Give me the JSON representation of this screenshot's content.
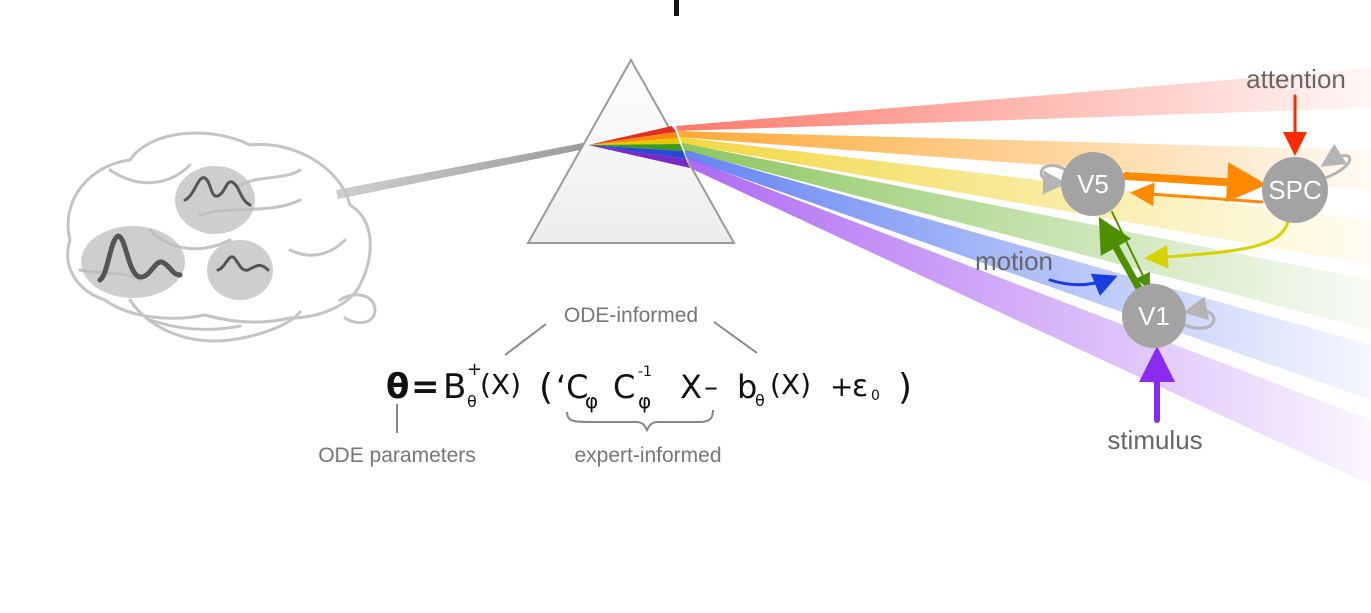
{
  "equation": {
    "lhs": "θ",
    "equals": "=",
    "b_term": "B",
    "b_sup": "+",
    "b_sub": "θ",
    "x1": "(X)",
    "open_paren": "(",
    "c_term": "‘C",
    "c_sub": "φ",
    "c2_term": "C",
    "c2_sup": "-1",
    "c2_sub": "φ",
    "x2": "X",
    "minus": "–",
    "b2_term": "b",
    "b2_sub": "θ",
    "x3": "(X)",
    "plus": "+",
    "eps": "ε",
    "eps_sub": "0",
    "close_paren": ")"
  },
  "annotations": {
    "ode_informed": "ODE-informed",
    "ode_parameters": "ODE parameters",
    "expert_informed": "expert-informed"
  },
  "network": {
    "nodes": {
      "v5": "V5",
      "spc": "SPC",
      "v1": "V1"
    },
    "inputs": {
      "attention": "attention",
      "motion": "motion",
      "stimulus": "stimulus"
    }
  },
  "colors": {
    "node_fill": "#a3a3a3",
    "attention_arrow": "#ff2a00",
    "motion_arrow": "#1a3de0",
    "stimulus_arrow": "#8a2cf0",
    "v5_to_spc": "#ff8a00",
    "spc_to_v1": "#d8d200",
    "v1_to_v5": "#4e8f00"
  }
}
